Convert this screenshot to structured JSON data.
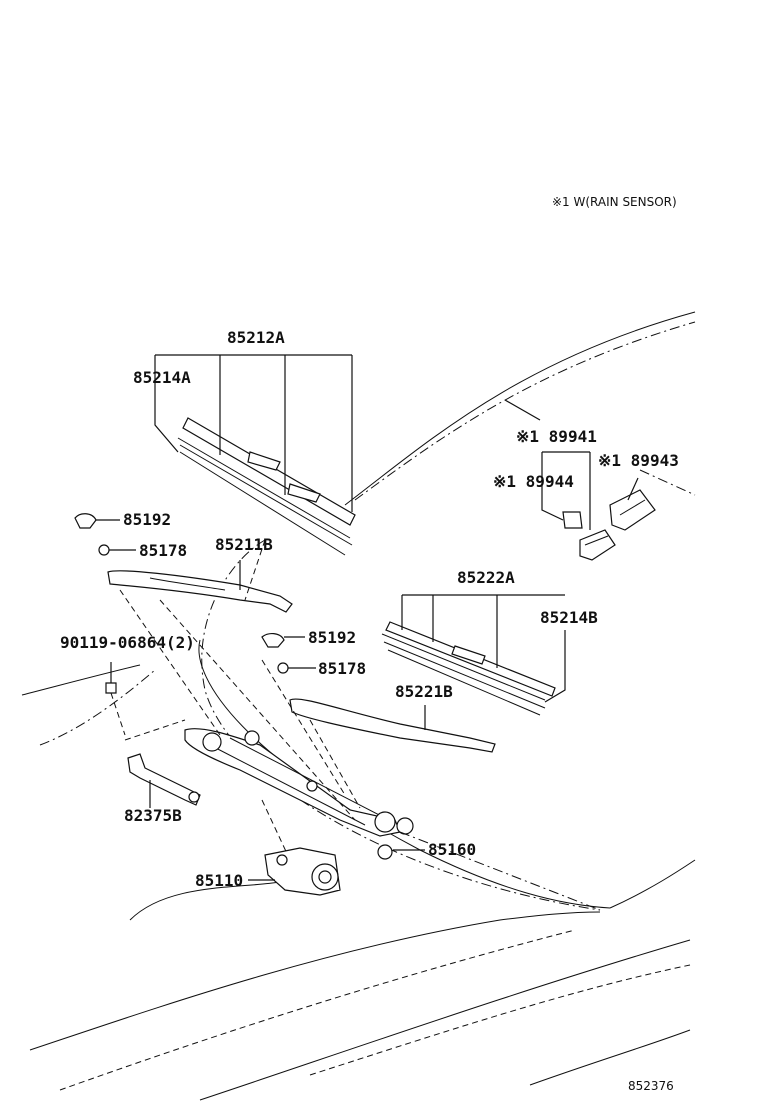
{
  "note": "※1 W(RAIN SENSOR)",
  "figure_code": "852376",
  "parts": {
    "p85212A": "85212A",
    "p85214A": "85214A",
    "p85192_top": "85192",
    "p85178_top": "85178",
    "p85211B": "85211B",
    "p90119": "90119-06864(2)",
    "p85192_mid": "85192",
    "p85178_mid": "85178",
    "p85222A": "85222A",
    "p85214B": "85214B",
    "p85221B": "85221B",
    "p82375B": "82375B",
    "p85160": "85160",
    "p85110": "85110",
    "p89941": "※1 89941",
    "p89944": "※1 89944",
    "p89943": "※1 89943"
  }
}
